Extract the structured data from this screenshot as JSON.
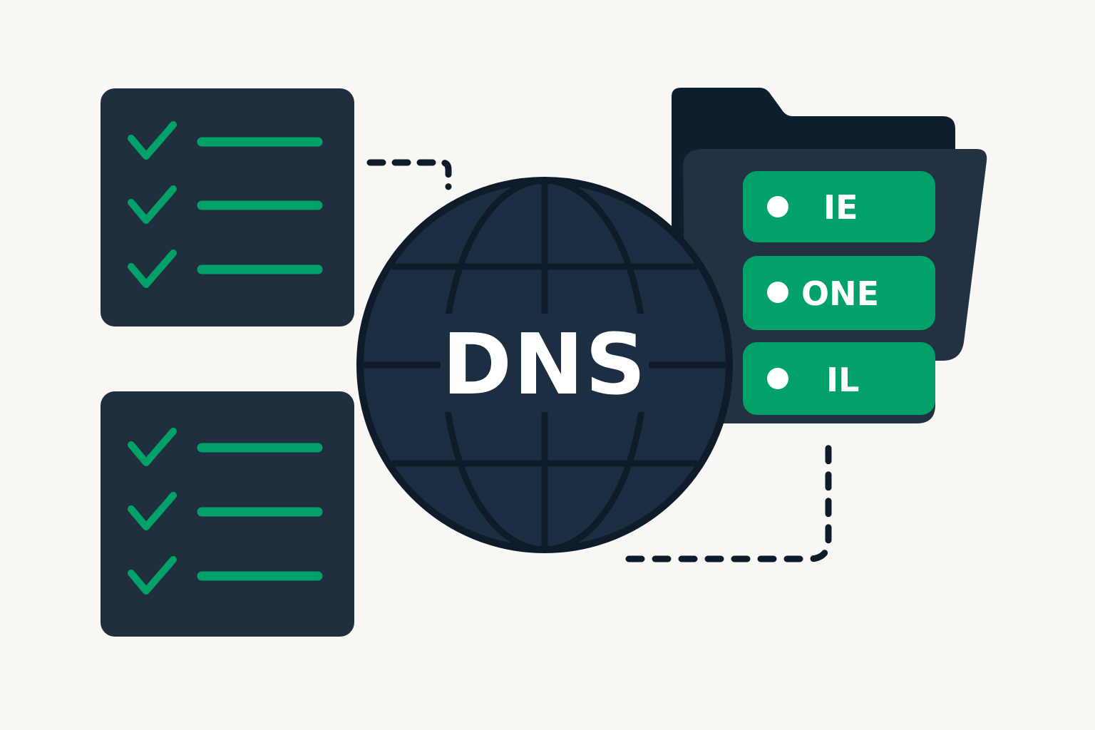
{
  "center": {
    "label": "DNS"
  },
  "record_tags": [
    {
      "label": "IE"
    },
    {
      "label": "ONE"
    },
    {
      "label": "IL"
    }
  ],
  "checklists": [
    {
      "items": [
        {
          "checked": true
        },
        {
          "checked": true
        },
        {
          "checked": true
        }
      ]
    },
    {
      "items": [
        {
          "checked": true
        },
        {
          "checked": true
        },
        {
          "checked": true
        }
      ]
    }
  ],
  "colors": {
    "background": "#f8f7f4",
    "panel": "#1f2f3e",
    "globe_fill": "#1b2e42",
    "outline": "#0e1c2a",
    "accent_green": "#03a16a",
    "folder_back": "#0d1e2d",
    "folder_front": "#223243",
    "text": "#ffffff"
  },
  "icons": {
    "checklist_item": "check-icon",
    "globe": "globe-icon",
    "folder": "folder-icon",
    "tag_dot": "dot-icon"
  }
}
